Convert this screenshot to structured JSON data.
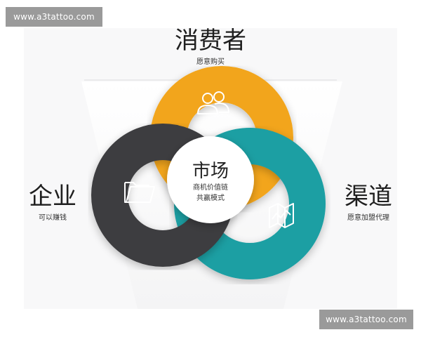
{
  "watermark": {
    "top_text": "www.a3tattoo.com",
    "bottom_text": "www.a3tattoo.com"
  },
  "colors": {
    "orange": "#f2a51a",
    "teal": "#1a9fa3",
    "charcoal": "#3d3d3f",
    "icon_stroke": "#ffffff"
  },
  "nodes": {
    "consumer": {
      "title": "消费者",
      "subtitle": "愿意购买",
      "icon": "users-icon"
    },
    "enterprise": {
      "title": "企业",
      "subtitle": "可以赚钱",
      "icon": "folder-icon"
    },
    "channel": {
      "title": "渠道",
      "subtitle": "愿意加盟代理",
      "icon": "map-icon"
    }
  },
  "center": {
    "title": "市场",
    "line1": "商机价值链",
    "line2": "共赢模式"
  }
}
